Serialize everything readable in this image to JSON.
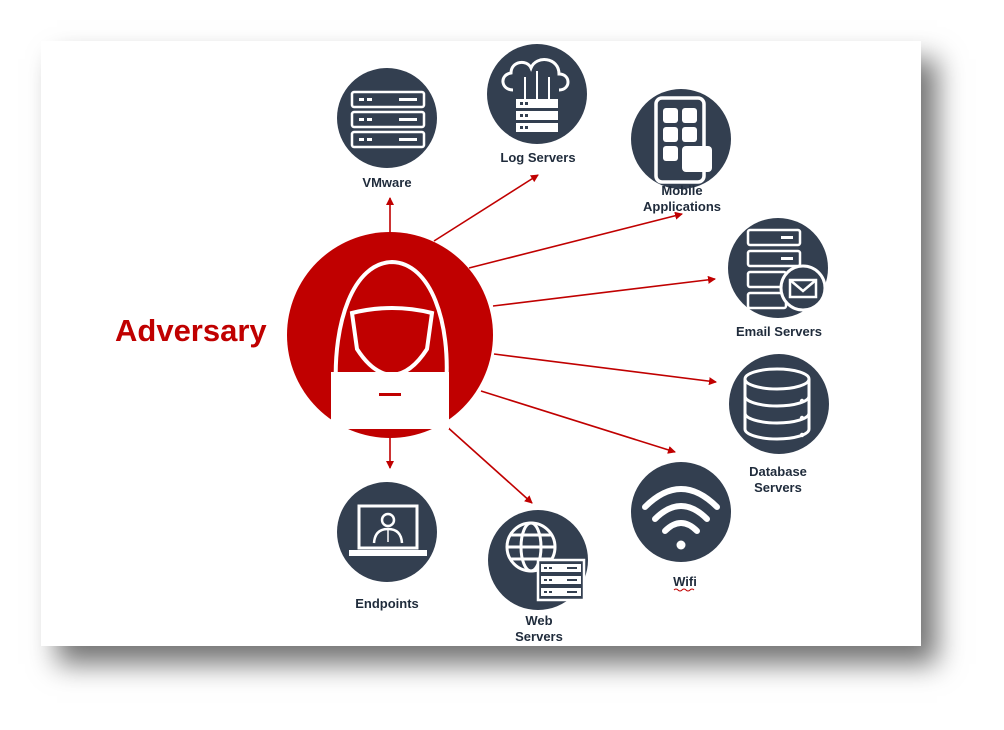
{
  "diagram": {
    "title": "Adversary",
    "colors": {
      "adversary": "#c00000",
      "node": "#333f50",
      "arrow": "#c00000",
      "label": "#1f2b3b"
    },
    "nodes": {
      "vmware": {
        "label": "VMware",
        "icon": "server-rack-icon"
      },
      "log_servers": {
        "label": "Log Servers",
        "icon": "cloud-server-icon"
      },
      "mobile": {
        "label_line1": "Mobile",
        "label_line2": "Applications",
        "icon": "smartphone-icon"
      },
      "email": {
        "label": "Email Servers",
        "icon": "email-server-icon"
      },
      "database": {
        "label_line1": "Database",
        "label_line2": "Servers",
        "icon": "database-icon"
      },
      "wifi": {
        "label": "Wifi",
        "icon": "wifi-icon"
      },
      "web": {
        "label_line1": "Web",
        "label_line2": "Servers",
        "icon": "globe-server-icon"
      },
      "endpoints": {
        "label": "Endpoints",
        "icon": "laptop-user-icon"
      }
    }
  }
}
